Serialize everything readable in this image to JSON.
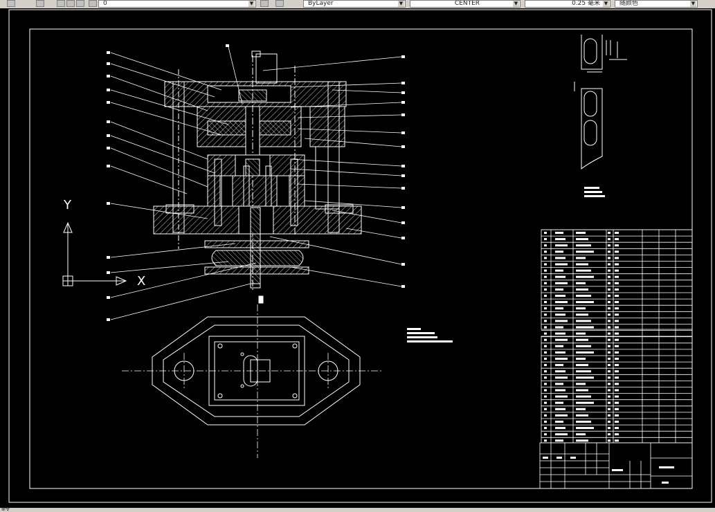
{
  "toolbar": {
    "layer_value": "0",
    "color_value": "ByLayer",
    "linetype_value": "CENTER",
    "lineweight_value": "0.25 毫米",
    "plotstyle_value": "随颜色"
  },
  "ucs": {
    "x_label": "X",
    "y_label": "Y"
  },
  "status": {
    "text": "命令"
  },
  "colors": {
    "drawing": "#ffffff",
    "background": "#000000",
    "toolbar": "#d4d0c8"
  },
  "icons": [
    "layer-manager-icon",
    "layer-state-icon",
    "match-properties-icon",
    "layer-previous-icon",
    "color-icon"
  ]
}
